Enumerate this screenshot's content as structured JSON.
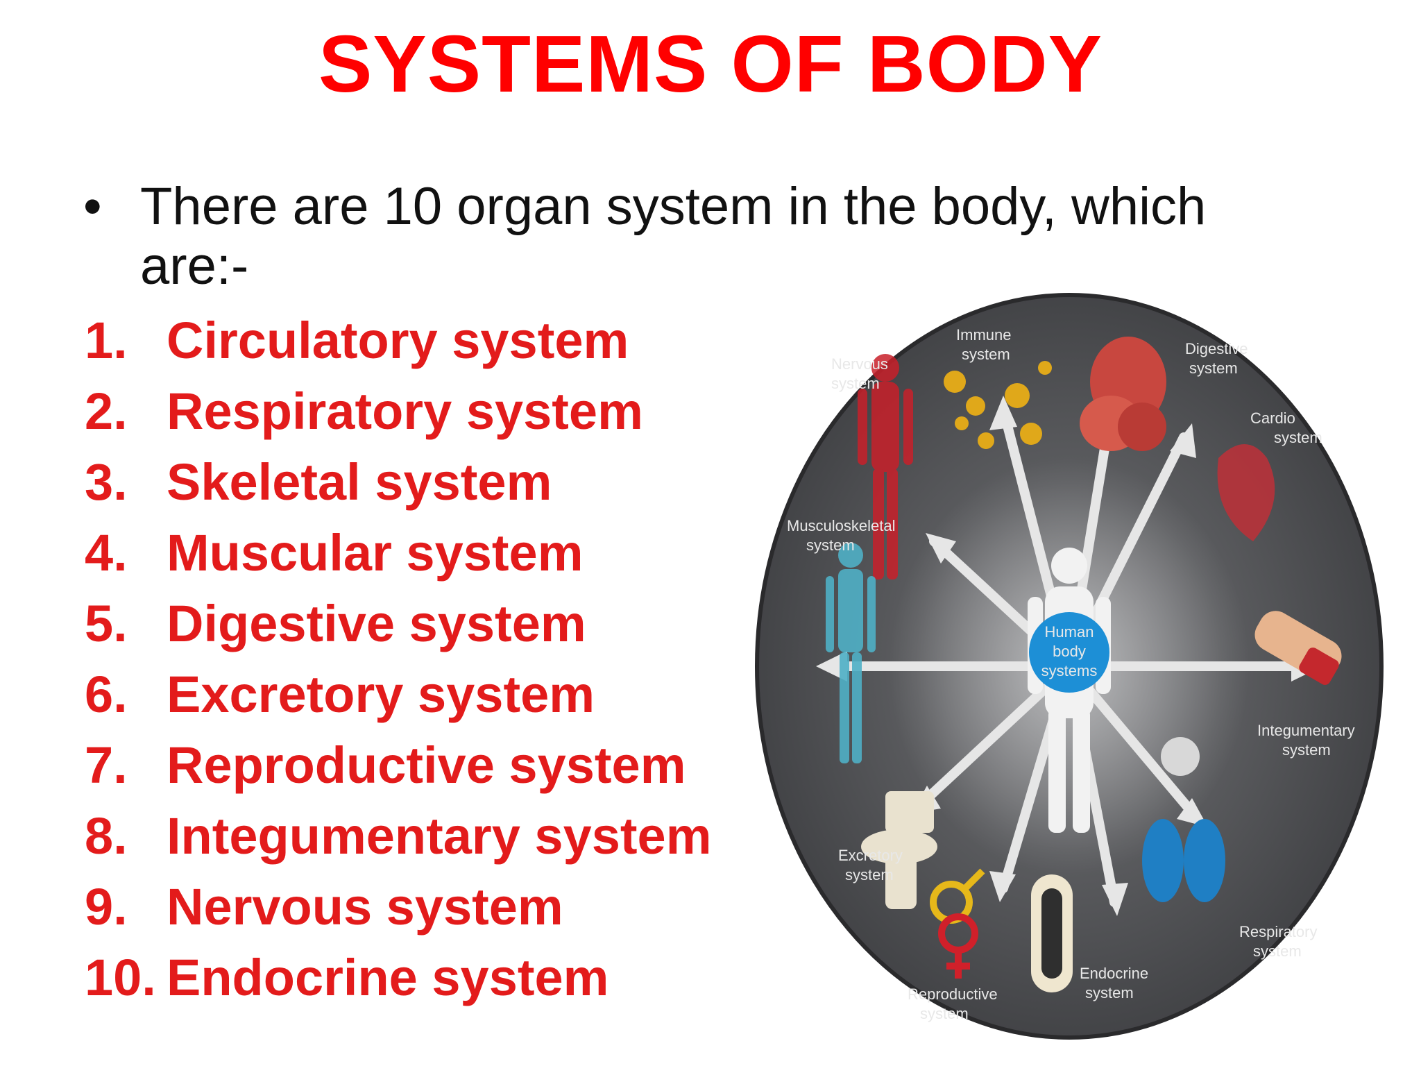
{
  "slide": {
    "title": "SYSTEMS OF BODY",
    "bullet_symbol": "•",
    "intro": "There are 10 organ system in the body, which are:-",
    "items": [
      {
        "num": "1.",
        "label": "Circulatory system"
      },
      {
        "num": "2.",
        "label": "Respiratory system"
      },
      {
        "num": "3.",
        "label": "Skeletal system"
      },
      {
        "num": "4.",
        "label": "Muscular system"
      },
      {
        "num": "5.",
        "label": "Digestive system"
      },
      {
        "num": "6.",
        "label": "Excretory system"
      },
      {
        "num": "7.",
        "label": "Reproductive system"
      },
      {
        "num": "8.",
        "label": "Integumentary system"
      },
      {
        "num": "9.",
        "label": "Nervous system"
      },
      {
        "num": "10.",
        "label": "Endocrine system"
      }
    ]
  },
  "graphic": {
    "center": [
      "Human",
      "body",
      "systems"
    ],
    "immune": [
      "Immune",
      "system"
    ],
    "digestive": [
      "Digestive",
      "system"
    ],
    "cardio": [
      "Cardio",
      "system"
    ],
    "nervous": [
      "Nervous",
      "system"
    ],
    "musculoskeletal": [
      "Musculoskeletal",
      "system"
    ],
    "integumentary": [
      "Integumentary",
      "system"
    ],
    "excretory": [
      "Excretory",
      "system"
    ],
    "reproductive": [
      "Reproductive",
      "system"
    ],
    "endocrine": [
      "Endocrine",
      "system"
    ],
    "respiratory": [
      "Respiratory",
      "system"
    ],
    "colors": {
      "title": "#ff0000",
      "list": "#e31b1b",
      "circle": "#5a5b5e",
      "center": "#1d8fd6"
    }
  }
}
